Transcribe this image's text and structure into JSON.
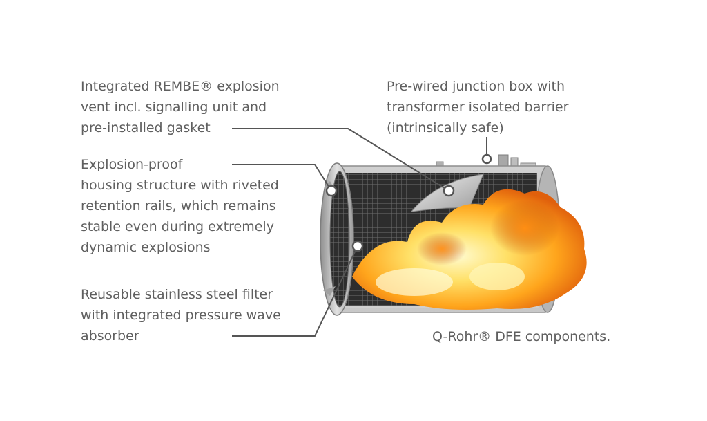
{
  "callouts": {
    "explosion_vent": [
      "Integrated REMBE® explosion",
      "vent incl. signalling unit and",
      "pre-installed gasket"
    ],
    "junction_box": [
      "Pre-wired junction box with",
      "transformer isolated barrier",
      "(intrinsically safe)"
    ],
    "housing": [
      "Explosion-proof",
      "housing structure with riveted",
      "retention rails, which remains",
      "stable even during extremely",
      "dynamic explosions"
    ],
    "filter": [
      "Reusable stainless steel filter",
      "with integrated pressure wave",
      "absorber"
    ]
  },
  "caption": "Q-Rohr® DFE components.",
  "colors": {
    "text": "#5f5f5f",
    "leader": "#555555",
    "steel": "#b9b9b9",
    "flame_core": "#fff3a0",
    "flame_mid": "#ffb020",
    "flame_outer": "#e0600c"
  }
}
